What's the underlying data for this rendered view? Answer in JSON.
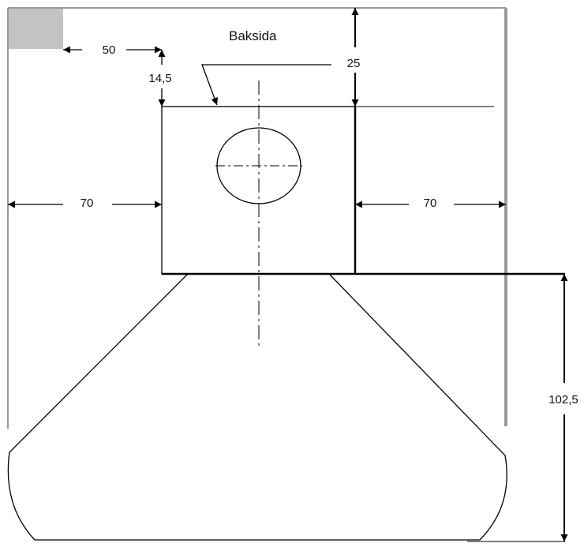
{
  "drawing": {
    "title": "Baksida",
    "colors": {
      "line": "#000000",
      "wall": "#9a9a9a",
      "corner": "#c3c3c3"
    },
    "dimensions": {
      "top_left_offset": "50",
      "top_left_drop": "14,5",
      "top_right_drop": "25",
      "left_gap": "70",
      "right_gap": "70",
      "hood_height": "102,5"
    }
  }
}
